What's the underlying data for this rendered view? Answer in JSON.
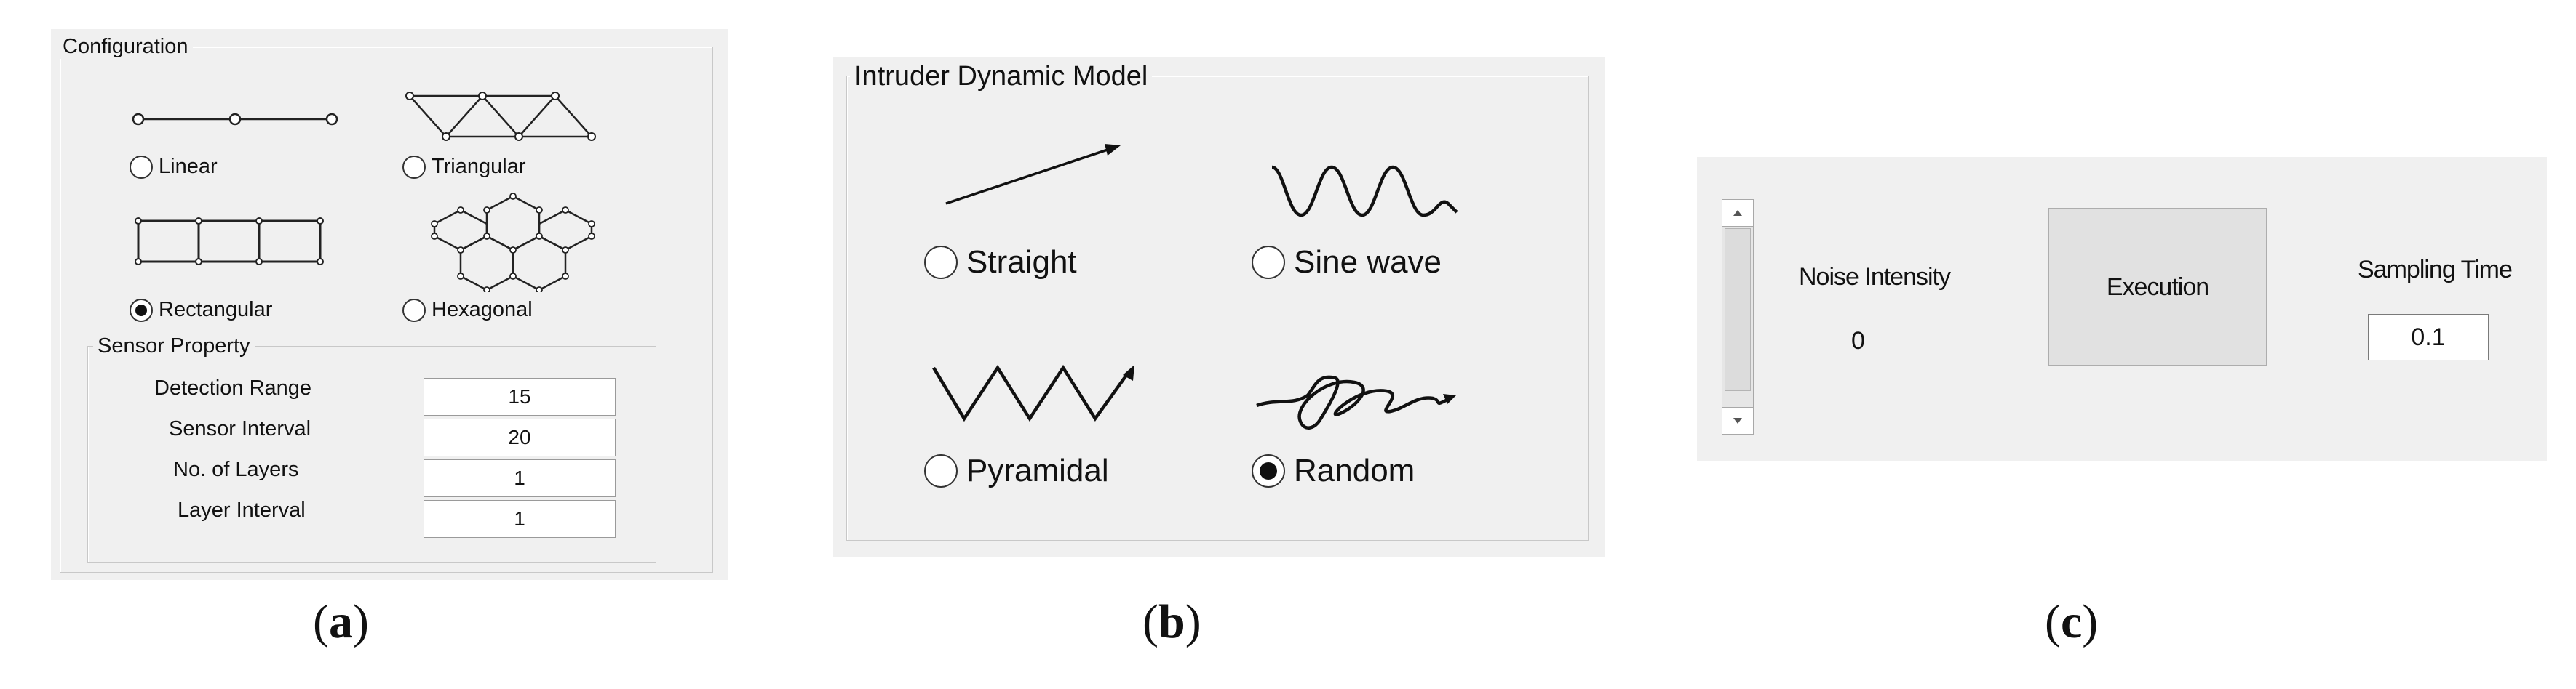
{
  "panel_a": {
    "group_title": "Configuration",
    "options": [
      {
        "label": "Linear",
        "checked": false
      },
      {
        "label": "Triangular",
        "checked": false
      },
      {
        "label": "Rectangular",
        "checked": true
      },
      {
        "label": "Hexagonal",
        "checked": false
      }
    ],
    "sensor_group_title": "Sensor Property",
    "fields": [
      {
        "label": "Detection Range",
        "value": "15"
      },
      {
        "label": "Sensor Interval",
        "value": "20"
      },
      {
        "label": "No. of Layers",
        "value": "1"
      },
      {
        "label": "Layer Interval",
        "value": "1"
      }
    ],
    "caption_open": "(",
    "caption_letter": "a",
    "caption_close": ")"
  },
  "panel_b": {
    "group_title": "Intruder Dynamic Model",
    "options": [
      {
        "label": "Straight",
        "checked": false
      },
      {
        "label": "Sine wave",
        "checked": false
      },
      {
        "label": "Pyramidal",
        "checked": false
      },
      {
        "label": "Random",
        "checked": true
      }
    ],
    "caption_open": "(",
    "caption_letter": "b",
    "caption_close": ")"
  },
  "panel_c": {
    "noise_label": "Noise Intensity",
    "noise_value": "0",
    "execute_label": "Execution",
    "sampling_label": "Sampling Time",
    "sampling_value": "0.1",
    "caption_open": "(",
    "caption_letter": "c",
    "caption_close": ")"
  }
}
